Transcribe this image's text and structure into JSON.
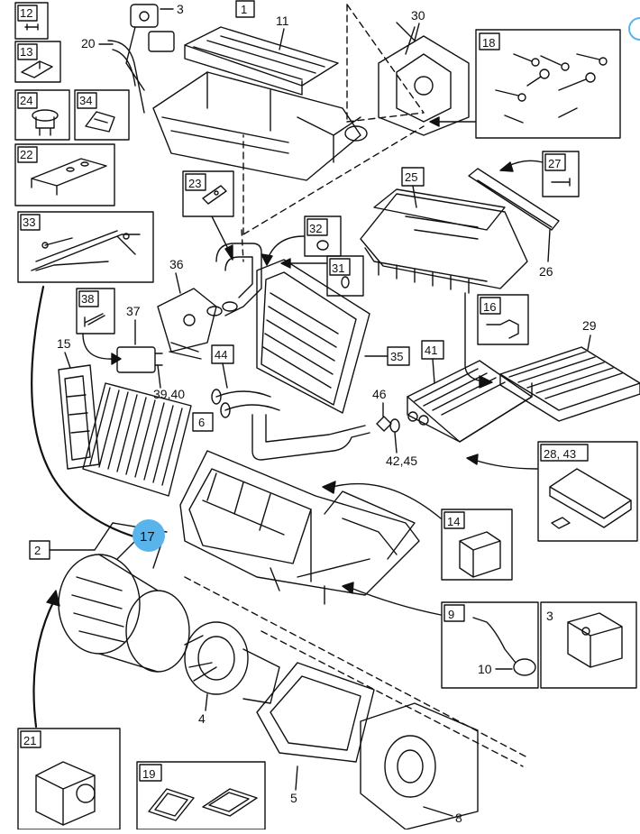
{
  "diagram": {
    "callouts": [
      {
        "id": "c1",
        "label": "1",
        "boxed": true
      },
      {
        "id": "c2",
        "label": "2",
        "boxed": true
      },
      {
        "id": "c3a",
        "label": "3",
        "boxed": false
      },
      {
        "id": "c3b",
        "label": "3",
        "boxed": false
      },
      {
        "id": "c4",
        "label": "4",
        "boxed": false
      },
      {
        "id": "c5",
        "label": "5",
        "boxed": false
      },
      {
        "id": "c6",
        "label": "6",
        "boxed": true
      },
      {
        "id": "c8",
        "label": "8",
        "boxed": false
      },
      {
        "id": "c9",
        "label": "9",
        "boxed": true
      },
      {
        "id": "c10",
        "label": "10",
        "boxed": false
      },
      {
        "id": "c11",
        "label": "11",
        "boxed": false
      },
      {
        "id": "c12",
        "label": "12",
        "boxed": true
      },
      {
        "id": "c13",
        "label": "13",
        "boxed": true
      },
      {
        "id": "c14",
        "label": "14",
        "boxed": true
      },
      {
        "id": "c15",
        "label": "15",
        "boxed": false
      },
      {
        "id": "c16",
        "label": "16",
        "boxed": true
      },
      {
        "id": "c17",
        "label": "17",
        "boxed": false
      },
      {
        "id": "c18",
        "label": "18",
        "boxed": true
      },
      {
        "id": "c19",
        "label": "19",
        "boxed": true
      },
      {
        "id": "c20",
        "label": "20",
        "boxed": false
      },
      {
        "id": "c21",
        "label": "21",
        "boxed": true
      },
      {
        "id": "c22",
        "label": "22",
        "boxed": true
      },
      {
        "id": "c23",
        "label": "23",
        "boxed": true
      },
      {
        "id": "c24",
        "label": "24",
        "boxed": true
      },
      {
        "id": "c25",
        "label": "25",
        "boxed": true
      },
      {
        "id": "c26",
        "label": "26",
        "boxed": false
      },
      {
        "id": "c27",
        "label": "27",
        "boxed": true
      },
      {
        "id": "c2843",
        "label": "28, 43",
        "boxed": true
      },
      {
        "id": "c29",
        "label": "29",
        "boxed": false
      },
      {
        "id": "c30",
        "label": "30",
        "boxed": false
      },
      {
        "id": "c31",
        "label": "31",
        "boxed": true
      },
      {
        "id": "c32",
        "label": "32",
        "boxed": true
      },
      {
        "id": "c33",
        "label": "33",
        "boxed": true
      },
      {
        "id": "c34",
        "label": "34",
        "boxed": true
      },
      {
        "id": "c35",
        "label": "35",
        "boxed": true
      },
      {
        "id": "c36",
        "label": "36",
        "boxed": false
      },
      {
        "id": "c37",
        "label": "37",
        "boxed": false
      },
      {
        "id": "c38",
        "label": "38",
        "boxed": true
      },
      {
        "id": "c3940",
        "label": "39,40",
        "boxed": false
      },
      {
        "id": "c41",
        "label": "41",
        "boxed": true
      },
      {
        "id": "c4245",
        "label": "42,45",
        "boxed": false
      },
      {
        "id": "c44",
        "label": "44",
        "boxed": true
      },
      {
        "id": "c46",
        "label": "46",
        "boxed": false
      }
    ],
    "highlight": {
      "label": "17",
      "color": "#5ab4ec"
    },
    "colors": {
      "line": "#111111",
      "background": "#ffffff",
      "accent": "#5ab4ec"
    }
  }
}
